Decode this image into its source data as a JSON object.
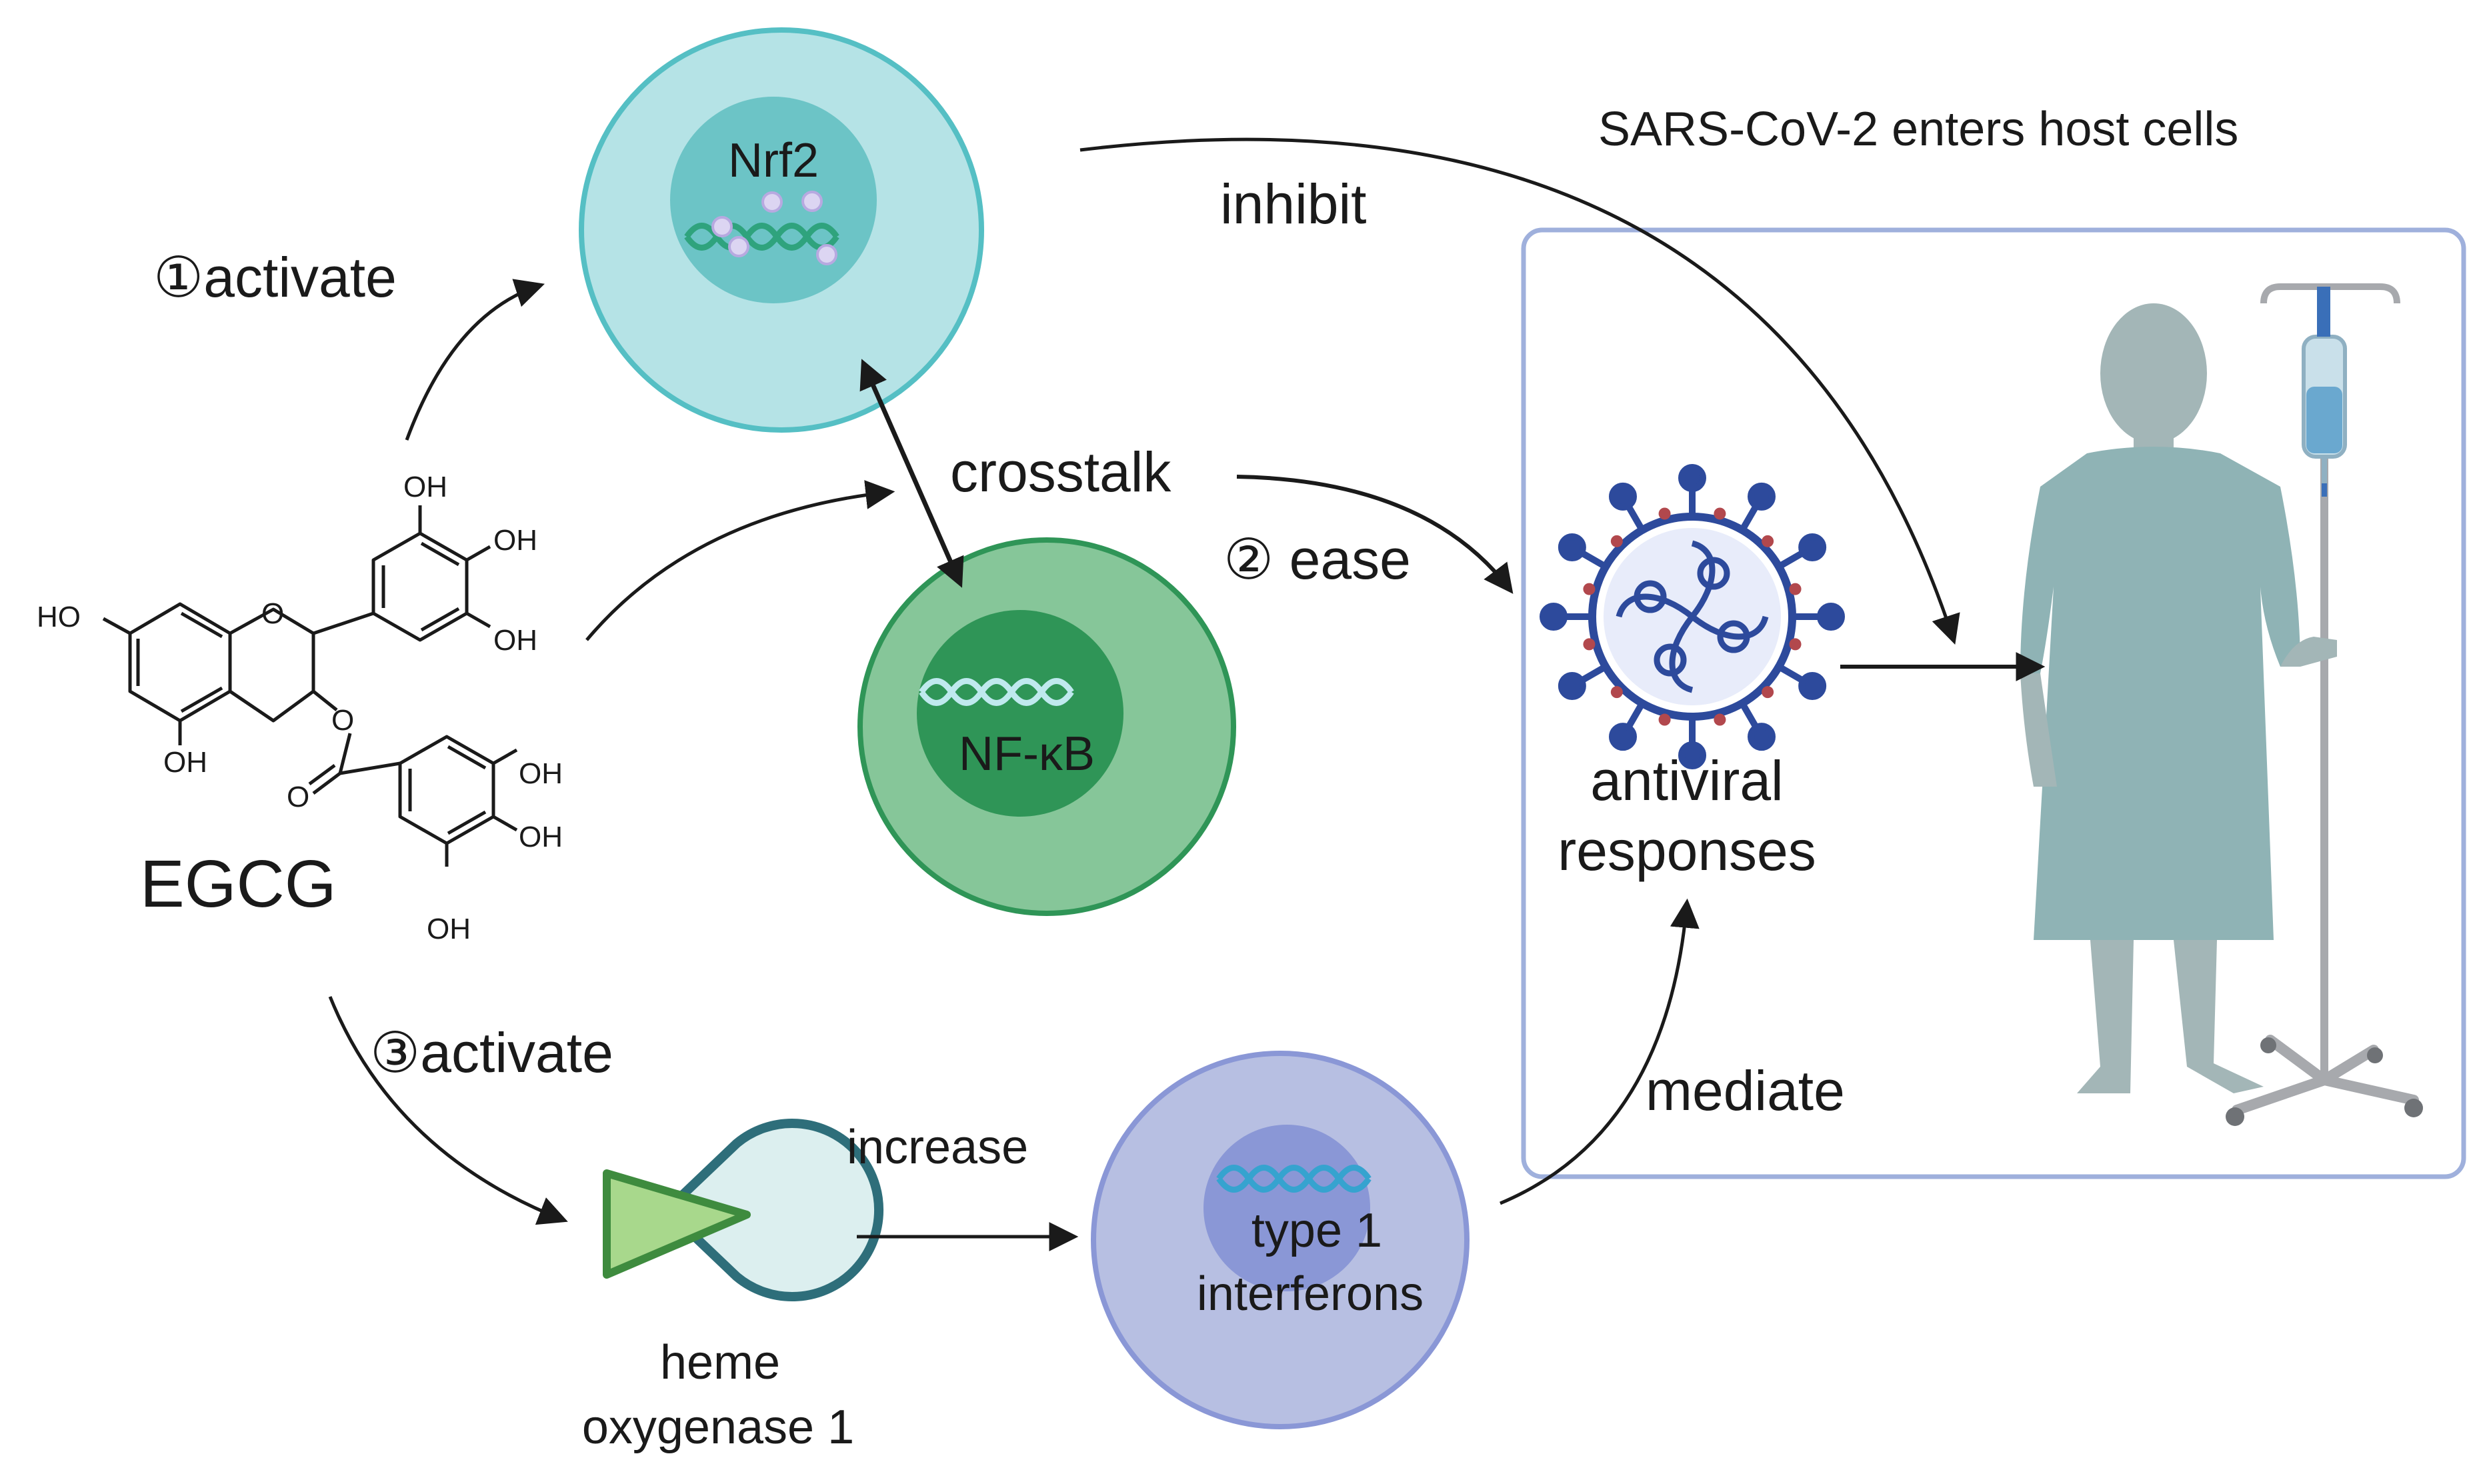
{
  "diagram": {
    "molecule": {
      "name": "EGCG",
      "groups": [
        "OH",
        "OH",
        "OH",
        "HO",
        "O",
        "O",
        "OH",
        "O",
        "OH",
        "OH",
        "OH"
      ]
    },
    "nodes": {
      "nrf2": {
        "label": "Nrf2"
      },
      "nfkb": {
        "label": "NF-κB"
      },
      "hmox": {
        "label_line1": "heme",
        "label_line2": "oxygenase 1"
      },
      "ifn": {
        "label_line1": "type 1",
        "label_line2": "interferons"
      },
      "virus": {
        "label_line1": "antiviral",
        "label_line2": "responses"
      }
    },
    "edges": {
      "activate1": "①activate",
      "activate3": "③activate",
      "crosstalk": "crosstalk",
      "ease": "② ease",
      "inhibit": "inhibit",
      "increase": "increase",
      "mediate": "mediate"
    },
    "host_title": "SARS-CoV-2 enters host cells"
  },
  "colors": {
    "nrf2_outer": "#b5e3e6",
    "nrf2_inner": "#6cc4c6",
    "nfkb_outer": "#86c699",
    "nfkb_inner": "#2f9557",
    "ifn_outer": "#b7bfe2",
    "ifn_inner": "#8a97d6",
    "box_border": "#9fb0dc",
    "virus": "#2d4a9c",
    "spike_red": "#b2484d",
    "patient": "#a3b6b7",
    "gown": "#8fb3b5",
    "pole": "#a7a9ad",
    "arrow": "#1a1a1a"
  }
}
